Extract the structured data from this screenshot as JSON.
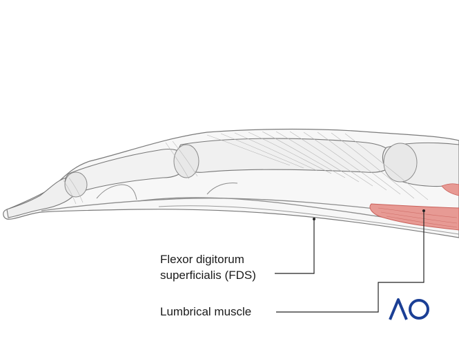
{
  "labels": {
    "fds_line1": "Flexor digitorum",
    "fds_line2": "superficialis (FDS)",
    "lumbrical": "Lumbrical muscle"
  },
  "logo": {
    "text": "AO",
    "color": "#1b3f95"
  },
  "colors": {
    "outline": "#6b6b6b",
    "bone_fill": "#f1f1f1",
    "tendon": "#9a9a9a",
    "muscle": "#e3807a",
    "leader": "#222222"
  }
}
